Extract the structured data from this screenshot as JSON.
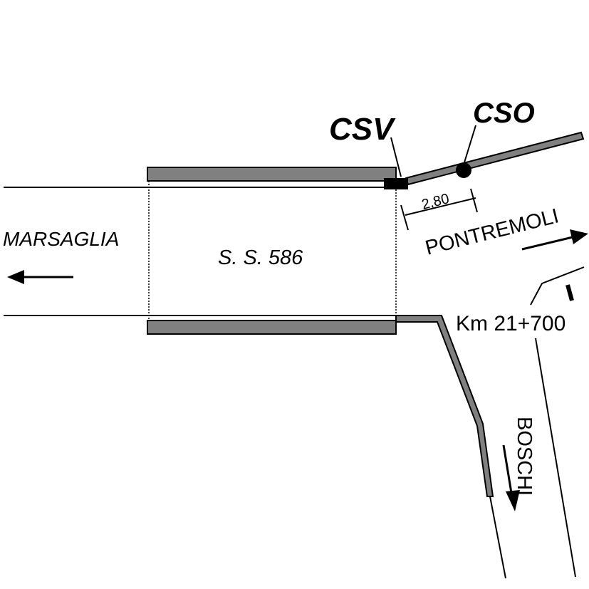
{
  "labels": {
    "csv": "CSV",
    "cso": "CSO",
    "distance": "2,80",
    "pontremoli": "PONTREMOLI",
    "marsaglia": "MARSAGLIA",
    "road": "S. S. 586",
    "km": "Km 21+700",
    "boschi": "BOSCHI"
  },
  "colors": {
    "barrier": "#808080",
    "line": "#000000"
  }
}
